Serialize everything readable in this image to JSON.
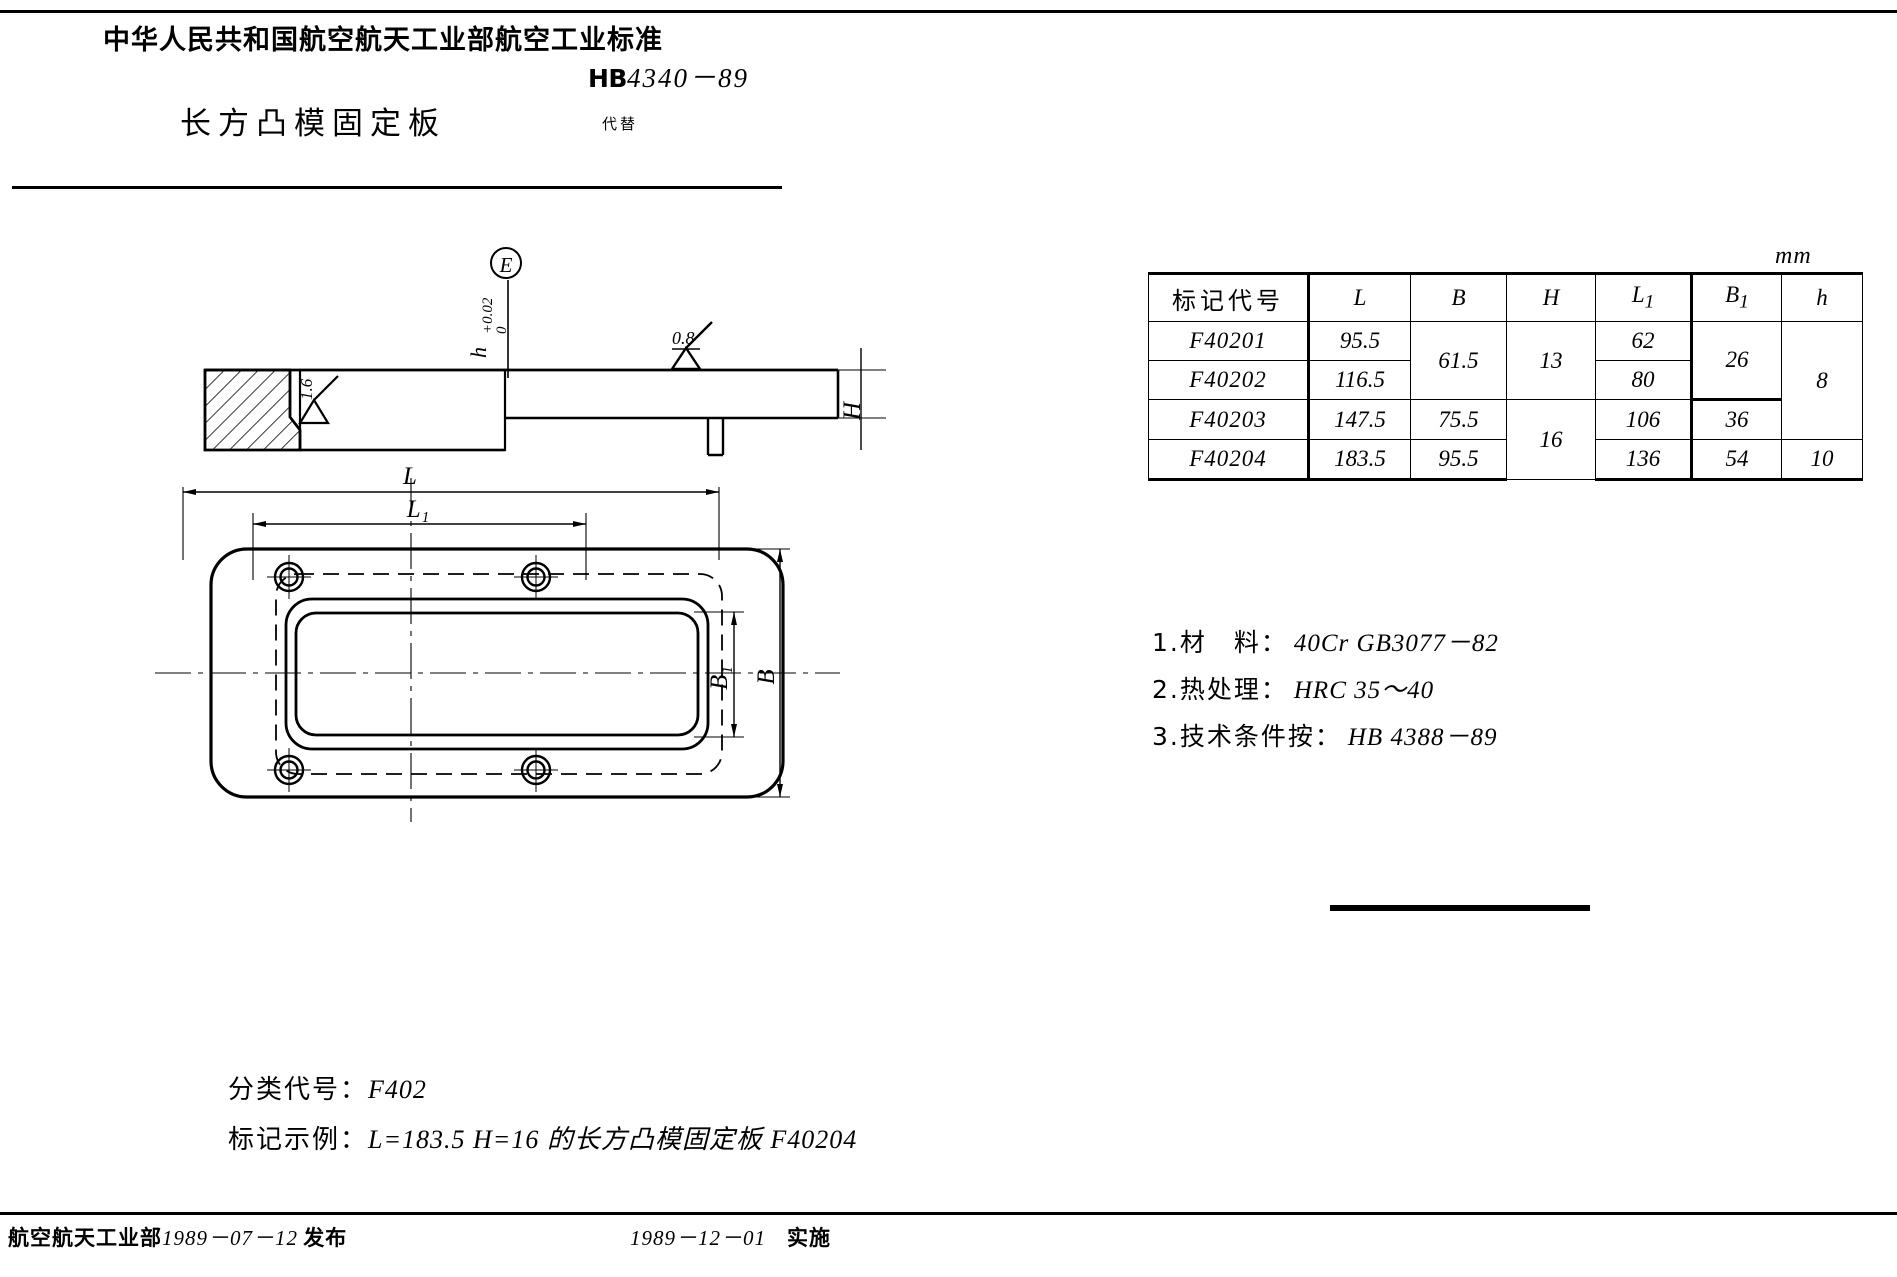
{
  "header": {
    "ministry_title": "中华人民共和国航空航天工业部航空工业标准",
    "standard_prefix": "HB",
    "standard_number": "4340－89",
    "part_name": "长方凸模固定板",
    "replaces_label": "代替"
  },
  "table": {
    "unit": "mm",
    "columns": [
      "标记代号",
      "L",
      "B",
      "H",
      "L1",
      "B1",
      "h"
    ],
    "column_subscripts": [
      "",
      "",
      "",
      "",
      "1",
      "1",
      ""
    ],
    "rows": [
      {
        "code": "F40201",
        "L": "95.5",
        "B": "61.5",
        "H": "13",
        "L1": "62",
        "B1": "26",
        "h": "8"
      },
      {
        "code": "F40202",
        "L": "116.5",
        "B": "61.5",
        "H": "13",
        "L1": "80",
        "B1": "26",
        "h": "8"
      },
      {
        "code": "F40203",
        "L": "147.5",
        "B": "75.5",
        "H": "16",
        "L1": "106",
        "B1": "36",
        "h": "8"
      },
      {
        "code": "F40204",
        "L": "183.5",
        "B": "95.5",
        "H": "16",
        "L1": "136",
        "B1": "54",
        "h": "10"
      }
    ],
    "merged": {
      "B_61_5": "61.5",
      "H_13": "13",
      "H_16": "16",
      "B1_26": "26",
      "h_8": "8"
    }
  },
  "notes": [
    {
      "num": "1.",
      "label": "材　料：",
      "value": "40Cr  GB3077－82"
    },
    {
      "num": "2.",
      "label": "热处理：",
      "value": "HRC 35～40"
    },
    {
      "num": "3.",
      "label": "技术条件按：",
      "value": "HB 4388－89"
    }
  ],
  "captions": [
    {
      "label": "分类代号：",
      "value": "F402"
    },
    {
      "label": "标记示例：",
      "value": "L=183.5 H=16 的长方凸模固定板   F40204"
    }
  ],
  "drawing": {
    "section_view": {
      "height_dim": "H",
      "depth_dim": "h",
      "depth_tolerance_upper": "+0.02",
      "depth_tolerance_lower": "0",
      "datum_label": "E",
      "surface_finish_top": "0.8",
      "surface_finish_pocket": "1.6"
    },
    "plan_view": {
      "length_dim": "L",
      "inner_length_dim": "L1",
      "width_dim": "B",
      "inner_width_dim": "B1",
      "hole_count": 4
    }
  },
  "footer": {
    "issuer": "航空航天工业部",
    "issue_date": "1989－07－12",
    "issue_verb": "发布",
    "effective_date": "1989－12－01",
    "effective_verb": "实施"
  },
  "colors": {
    "ink": "#000000",
    "paper": "#ffffff"
  }
}
